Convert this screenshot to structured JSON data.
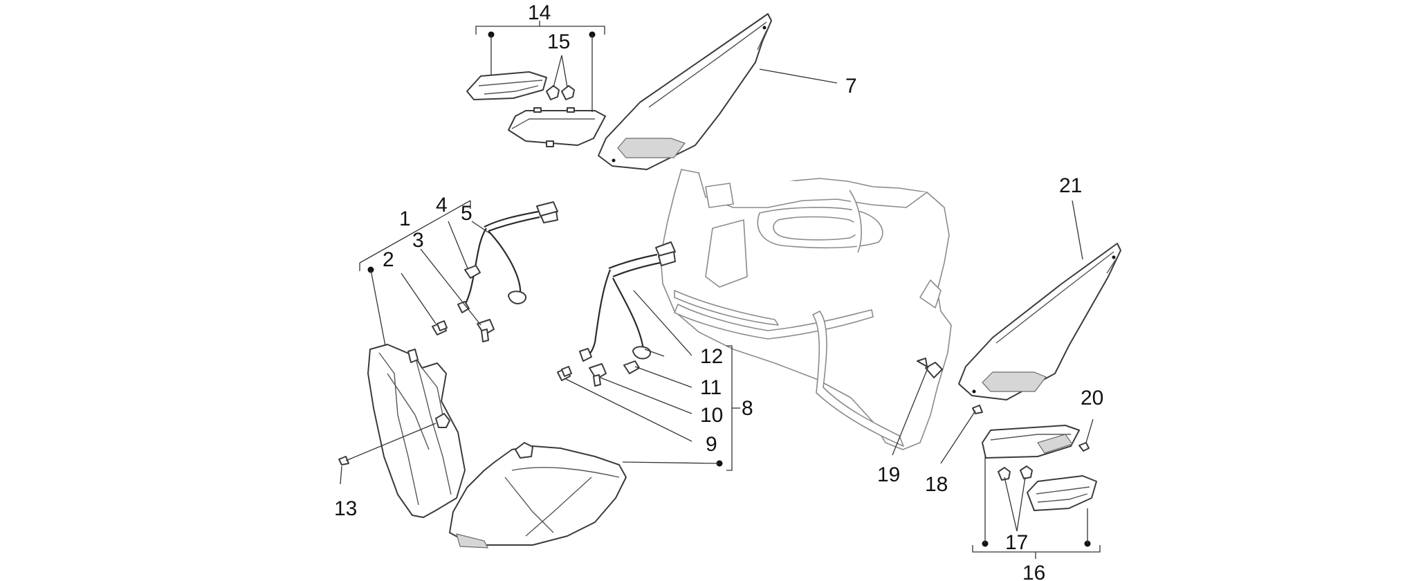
{
  "callouts": [
    {
      "id": "c1",
      "text": "1"
    },
    {
      "id": "c2",
      "text": "2"
    },
    {
      "id": "c3",
      "text": "3"
    },
    {
      "id": "c4",
      "text": "4"
    },
    {
      "id": "c5",
      "text": "5"
    },
    {
      "id": "c7",
      "text": "7"
    },
    {
      "id": "c8",
      "text": "8"
    },
    {
      "id": "c9",
      "text": "9"
    },
    {
      "id": "c10",
      "text": "10"
    },
    {
      "id": "c11",
      "text": "11"
    },
    {
      "id": "c12",
      "text": "12"
    },
    {
      "id": "c13",
      "text": "13"
    },
    {
      "id": "c14",
      "text": "14"
    },
    {
      "id": "c15",
      "text": "15"
    },
    {
      "id": "c16",
      "text": "16"
    },
    {
      "id": "c17",
      "text": "17"
    },
    {
      "id": "c18",
      "text": "18"
    },
    {
      "id": "c19",
      "text": "19"
    },
    {
      "id": "c20",
      "text": "20"
    },
    {
      "id": "c21",
      "text": "21"
    }
  ]
}
